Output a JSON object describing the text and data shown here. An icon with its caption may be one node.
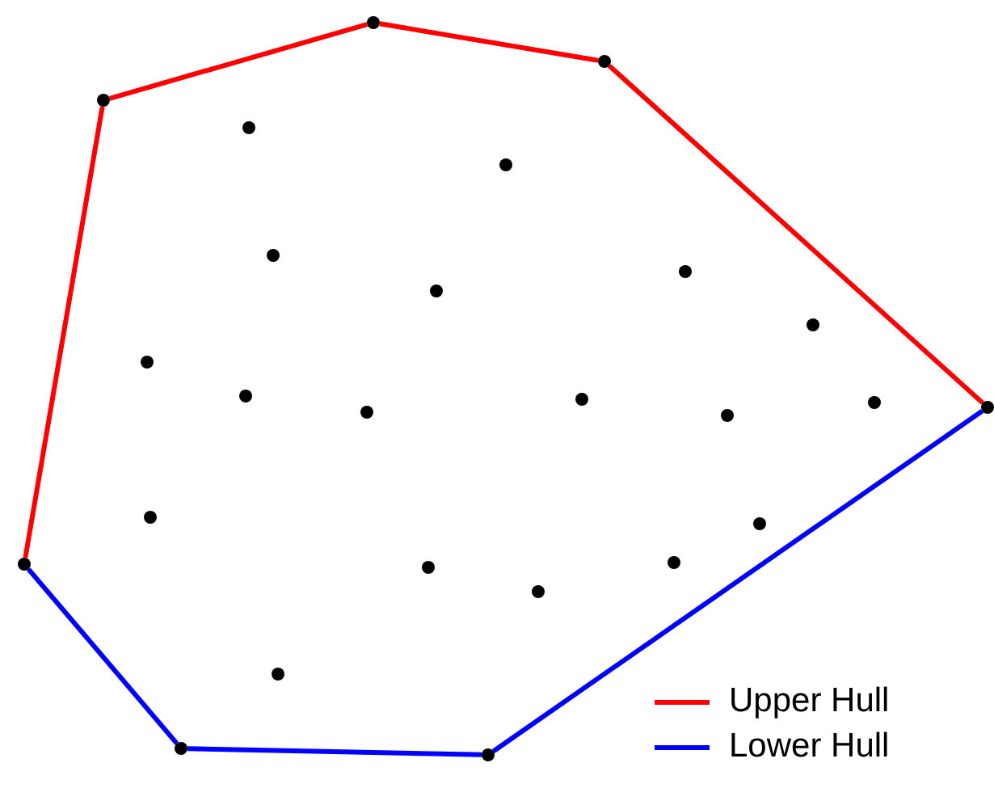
{
  "diagram": {
    "nodes": [
      {
        "text": [],
        "shape": "circle"
      },
      {
        "text": [],
        "shape": "circle"
      },
      {
        "text": [],
        "shape": "circle"
      },
      {
        "text": [],
        "shape": "circle"
      },
      {
        "text": [],
        "shape": "circle"
      },
      {
        "text": [],
        "shape": "circle"
      },
      {
        "text": [],
        "shape": "circle"
      },
      {
        "text": [],
        "shape": "circle"
      },
      {
        "text": [],
        "shape": "circle"
      },
      {
        "text": [],
        "shape": "circle"
      },
      {
        "text": [],
        "shape": "circle"
      },
      {
        "text": [],
        "shape": "circle"
      },
      {
        "text": [],
        "shape": "circle"
      },
      {
        "text": [],
        "shape": "circle"
      },
      {
        "text": [],
        "shape": "circle"
      },
      {
        "text": [],
        "shape": "circle"
      },
      {
        "text": [],
        "shape": "circle"
      },
      {
        "text": [],
        "shape": "circle"
      },
      {
        "text": [],
        "shape": "circle"
      },
      {
        "text": [],
        "shape": "circle"
      },
      {
        "text": [],
        "shape": "circle"
      },
      {
        "text": [],
        "shape": "circle"
      },
      {
        "text": [],
        "shape": "circle"
      },
      {
        "text": [],
        "shape": "circle"
      },
      {
        "text": [],
        "shape": "circle"
      }
    ],
    "edges": [
      {
        "from": 0,
        "to": 1,
        "arrow": "none",
        "color": "#ff0000"
      },
      {
        "from": 1,
        "to": 10,
        "arrow": "none",
        "color": "#ff0000"
      },
      {
        "from": 10,
        "to": 17,
        "arrow": "none",
        "color": "#ff0000"
      },
      {
        "from": 17,
        "to": 24,
        "arrow": "none",
        "color": "#ff0000"
      },
      {
        "from": 0,
        "to": 4,
        "arrow": "none",
        "color": "#0000ff"
      },
      {
        "from": 4,
        "to": 13,
        "arrow": "none",
        "color": "#0000ff"
      },
      {
        "from": 13,
        "to": 24,
        "arrow": "none",
        "color": "#0000ff"
      }
    ],
    "legend": [
      {
        "text": "Upper Hull",
        "color": "#ff0000"
      },
      {
        "text": "Lower Hull",
        "color": "#0000ff"
      }
    ]
  }
}
